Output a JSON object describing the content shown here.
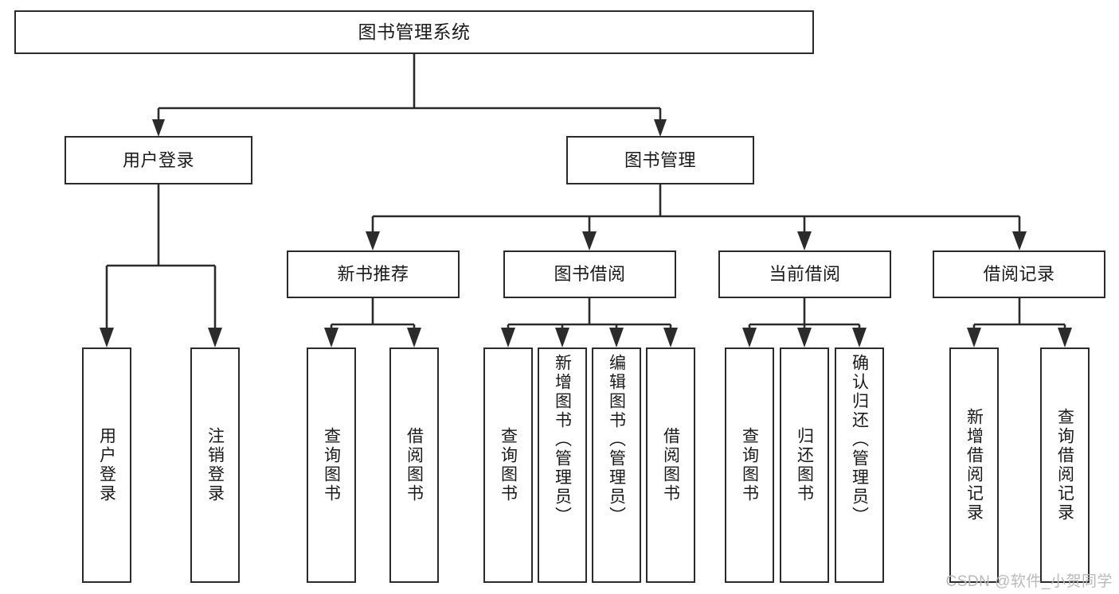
{
  "diagram": {
    "title": "图书管理系统",
    "type": "功能结构图",
    "root": {
      "id": "root",
      "label": "图书管理系统"
    },
    "level2": [
      {
        "id": "user-login",
        "label": "用户登录"
      },
      {
        "id": "book-manage",
        "label": "图书管理"
      }
    ],
    "level3": [
      {
        "id": "new-book-recommend",
        "label": "新书推荐"
      },
      {
        "id": "book-borrow",
        "label": "图书借阅"
      },
      {
        "id": "current-borrow",
        "label": "当前借阅"
      },
      {
        "id": "borrow-record",
        "label": "借阅记录"
      }
    ],
    "leaves": {
      "user_login": [
        {
          "id": "leaf-user-login",
          "label": "用户登录"
        },
        {
          "id": "leaf-user-logout",
          "label": "注销登录"
        }
      ],
      "new_book_recommend": [
        {
          "id": "leaf-query-book-1",
          "label": "查询图书"
        },
        {
          "id": "leaf-borrow-book-1",
          "label": "借阅图书"
        }
      ],
      "book_borrow": [
        {
          "id": "leaf-query-book-2",
          "label": "查询图书"
        },
        {
          "id": "leaf-add-book",
          "label": "新增图书（管理员）"
        },
        {
          "id": "leaf-edit-book",
          "label": "编辑图书（管理员）"
        },
        {
          "id": "leaf-borrow-book-2",
          "label": "借阅图书"
        }
      ],
      "current_borrow": [
        {
          "id": "leaf-query-book-3",
          "label": "查询图书"
        },
        {
          "id": "leaf-return-book",
          "label": "归还图书"
        },
        {
          "id": "leaf-confirm-return",
          "label": "确认归还（管理员）"
        }
      ],
      "borrow_record": [
        {
          "id": "leaf-add-record",
          "label": "新增借阅记录"
        },
        {
          "id": "leaf-query-record",
          "label": "查询借阅记录"
        }
      ]
    }
  },
  "watermark": {
    "text": "CSDN @软件_小贺同学"
  },
  "colors": {
    "stroke": "#2b2b2b",
    "box_fill": "#ffffff",
    "text": "#1a1a1a",
    "watermark": "#b9b9b9",
    "background": "#ffffff"
  }
}
